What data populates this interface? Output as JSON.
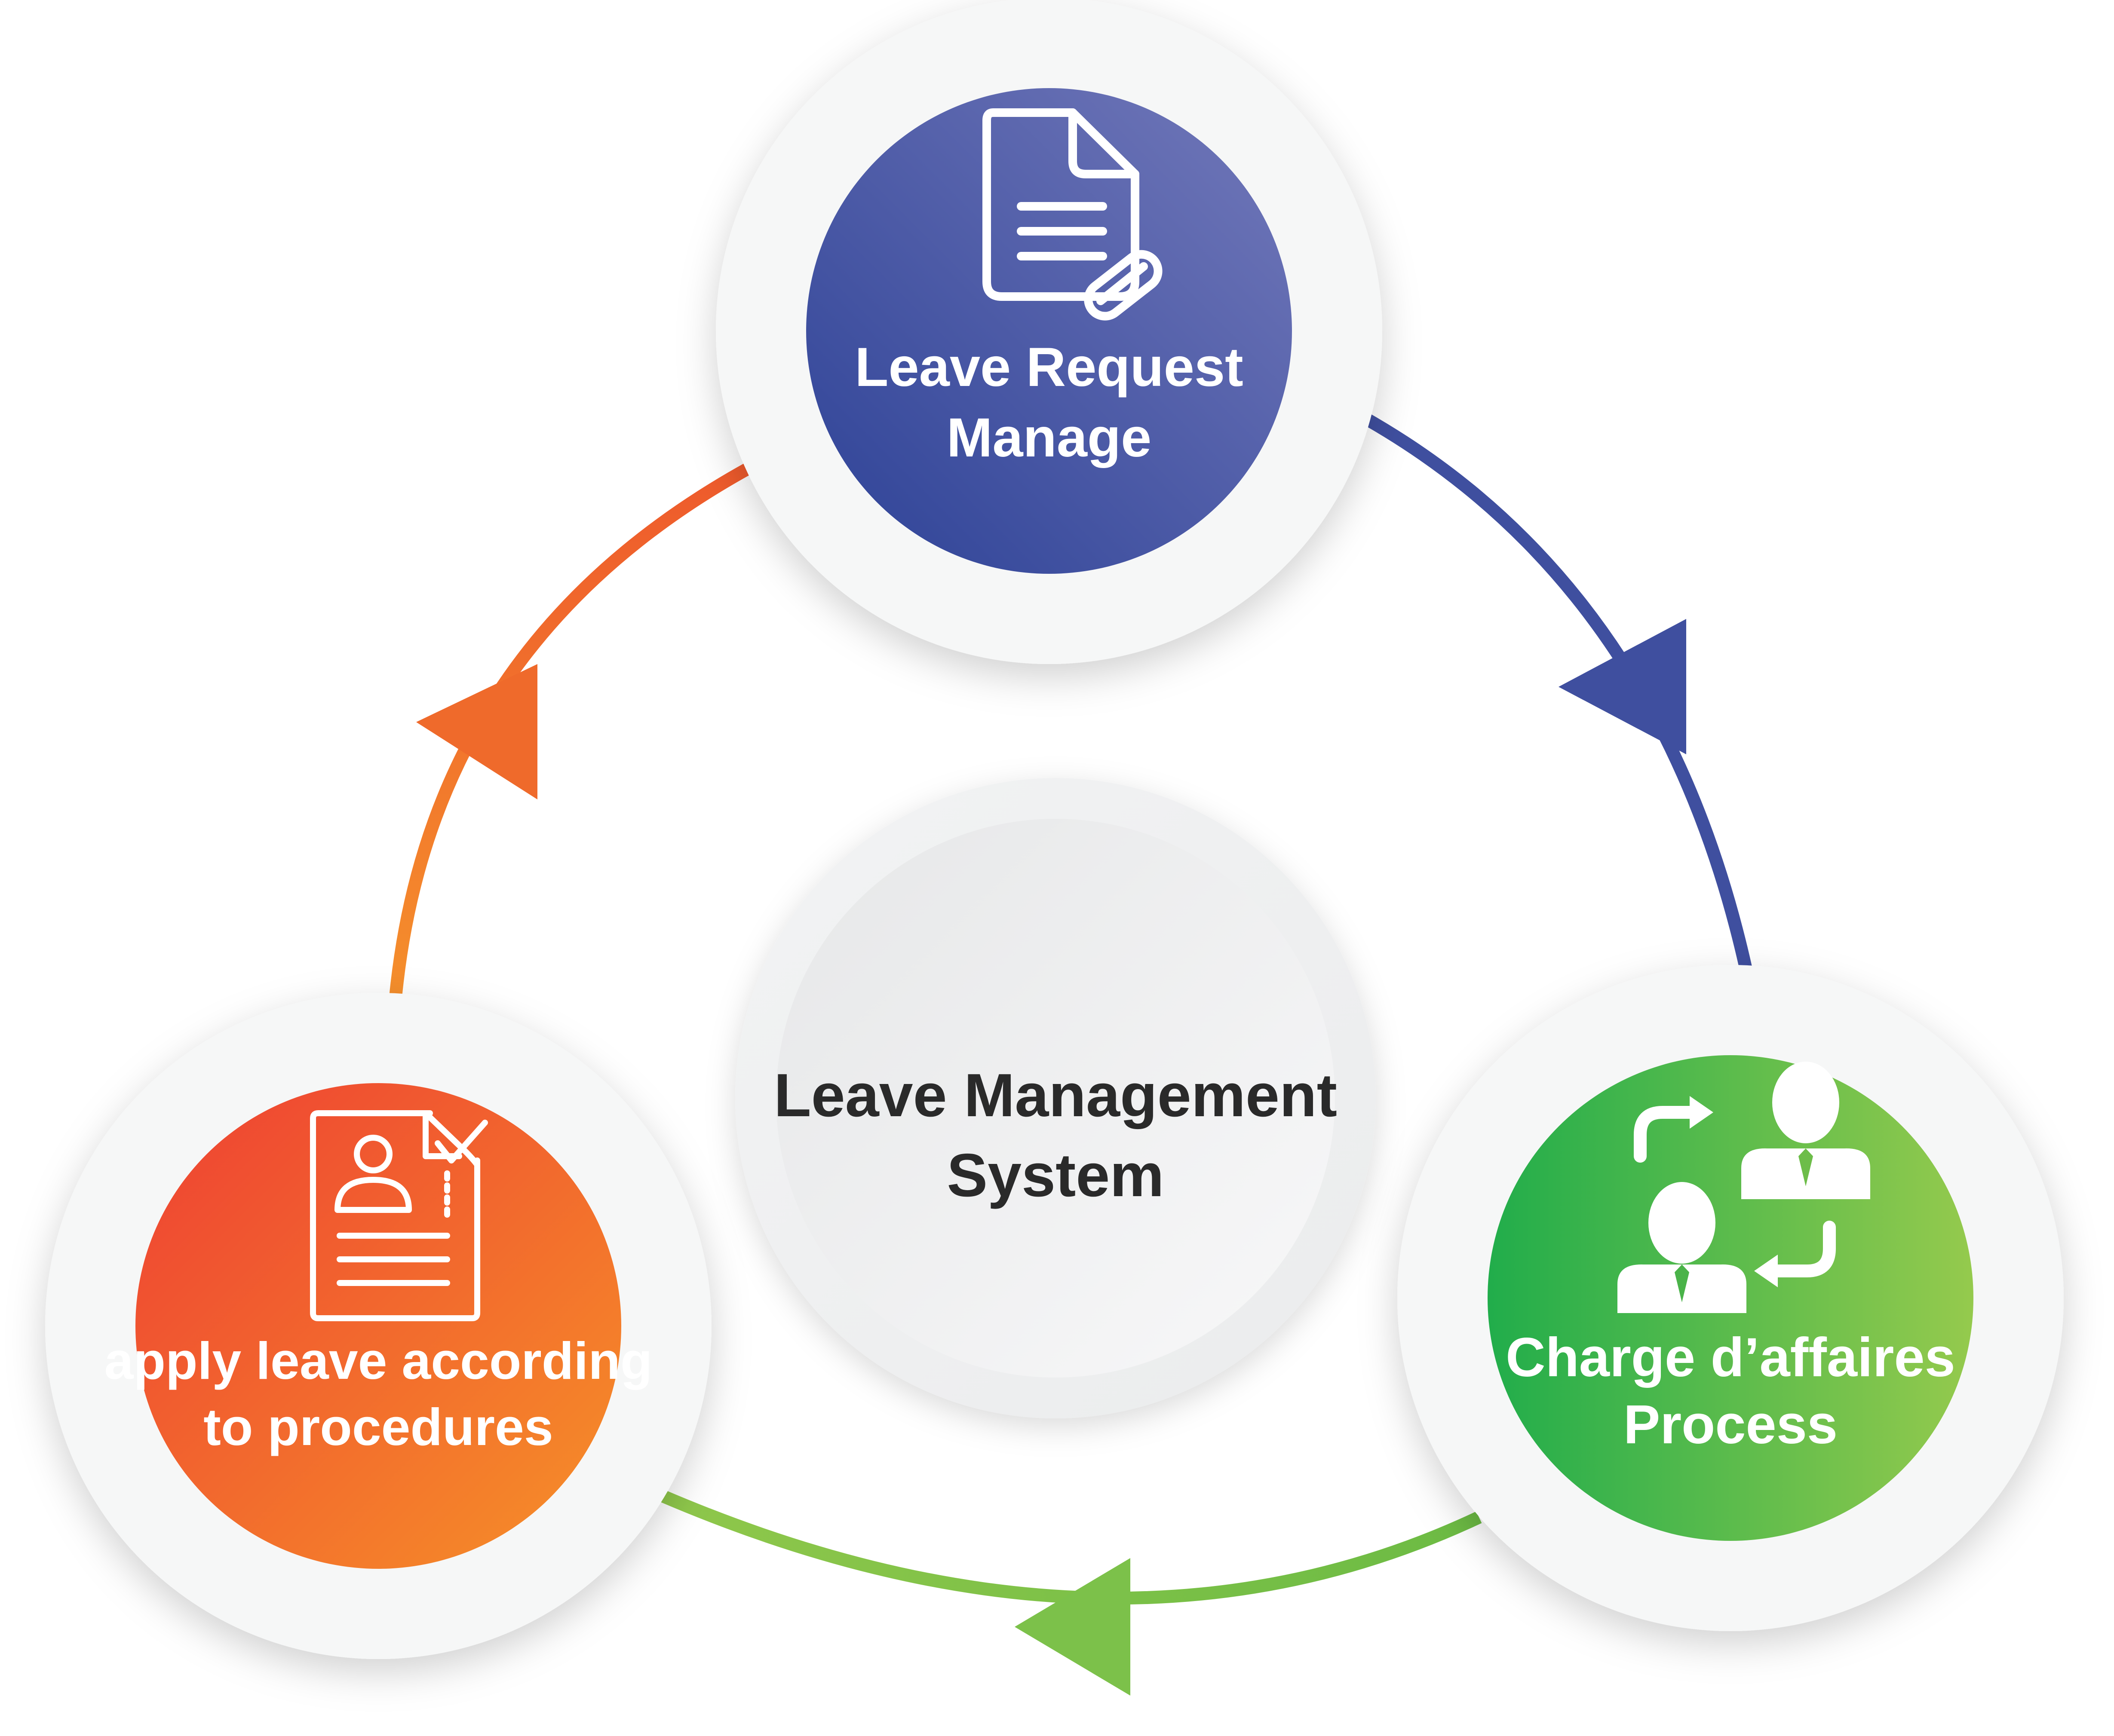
{
  "diagram": {
    "center": {
      "line1": "Leave Management",
      "line2": "System"
    },
    "nodes": {
      "top": {
        "line1": "Leave Request",
        "line2": "Manage",
        "icon": "document-icon"
      },
      "right": {
        "line1": "Charge d’affaires",
        "line2": "Process",
        "icon": "people-exchange-icon"
      },
      "left": {
        "line1": "apply leave according",
        "line2": "to procedures",
        "icon": "profile-approval-icon"
      }
    },
    "colors": {
      "blue_dark": "#2c4196",
      "blue_light": "#7379ba",
      "blue_arc": "#3f4f9f",
      "green_dark": "#21ad4b",
      "green_light": "#95ca4d",
      "green_arc": "#7cc14a",
      "orange_dark": "#ee3f33",
      "orange_light": "#f69228",
      "orange_arc": "#f06b2b",
      "center_text": "#2a2a2a"
    }
  }
}
